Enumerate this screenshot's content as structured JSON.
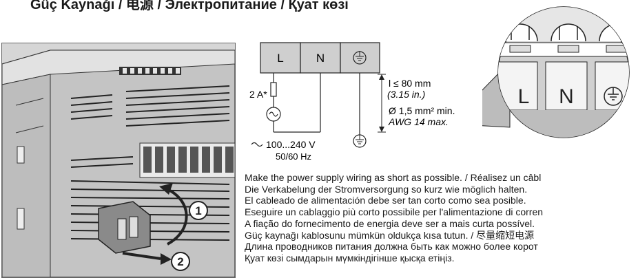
{
  "header": {
    "title": "Güç Kaynağı / 电源 / Электропитание / Қуат көзі"
  },
  "photo": {
    "callout_1": "1",
    "callout_2": "2"
  },
  "schematic": {
    "terminals": [
      "L",
      "N",
      "⏚"
    ],
    "fuse_label": "2 A*",
    "voltage_label": "100...240 V",
    "frequency_label": "50/60 Hz",
    "length_label": "l ≤ 80 mm",
    "length_inches": "(3.15 in.)",
    "wire_size_label": "Ø 1,5 mm² min.",
    "awg_label": "AWG 14 max."
  },
  "zoom": {
    "terminal_labels": [
      "L",
      "N",
      "⏚"
    ]
  },
  "instructions": [
    "Make the power supply wiring as short as possible. / Réalisez un câbl",
    "Die Verkabelung der Stromversorgung so kurz wie möglich halten.",
    "El cableado de alimentación debe ser tan corto como sea  posible.",
    "Eseguire un cablaggio più corto possibile per l'alimentazione di corren",
    "A fiação do fornecimento de energia deve ser a mais curta possível.",
    "Güç kaynağı kablosunu mümkün oldukça kısa tutun. / 尽量缩短电源",
    "Длина проводников питания должна быть как можно более корот",
    "Қуат көзі сымдарын мүмкіндігінше қысқа етіңіз."
  ]
}
